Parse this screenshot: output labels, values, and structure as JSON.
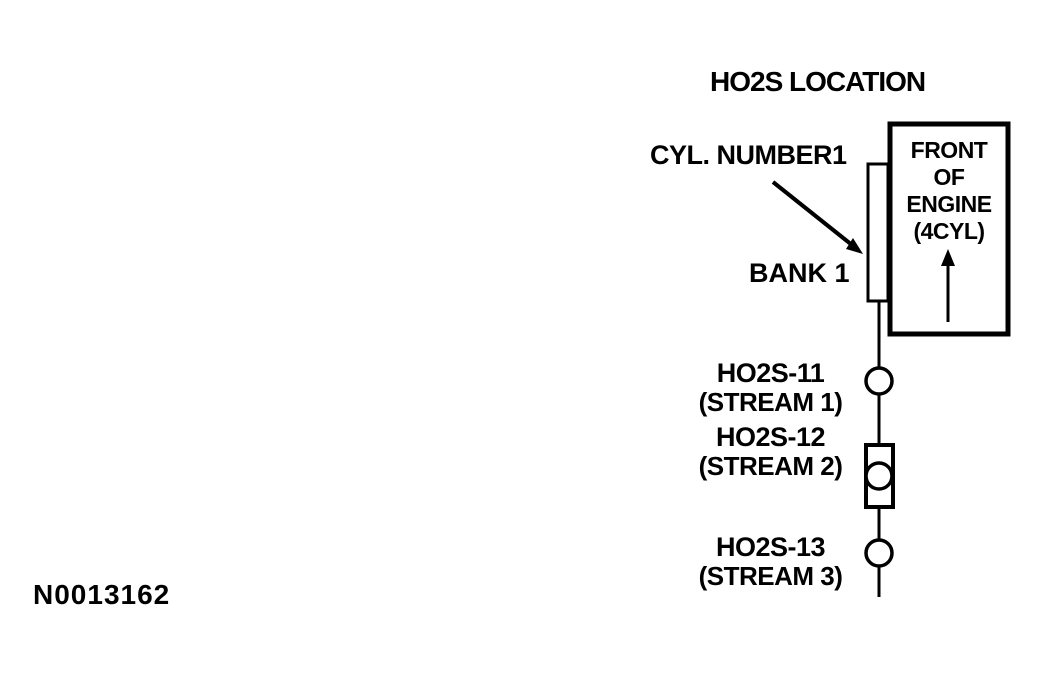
{
  "diagram": {
    "title": "HO2S LOCATION",
    "figure_code": "N0013162",
    "cyl_number_label": "CYL. NUMBER1",
    "bank_label": "BANK 1",
    "engine_box": {
      "line1": "FRONT",
      "line2": "OF",
      "line3": "ENGINE",
      "line4": "(4CYL)"
    },
    "sensors": [
      {
        "name": "HO2S-11",
        "stream": "(STREAM 1)"
      },
      {
        "name": "HO2S-12",
        "stream": "(STREAM 2)"
      },
      {
        "name": "HO2S-13",
        "stream": "(STREAM 3)"
      }
    ],
    "colors": {
      "ink": "#000000",
      "background": "#ffffff"
    }
  }
}
